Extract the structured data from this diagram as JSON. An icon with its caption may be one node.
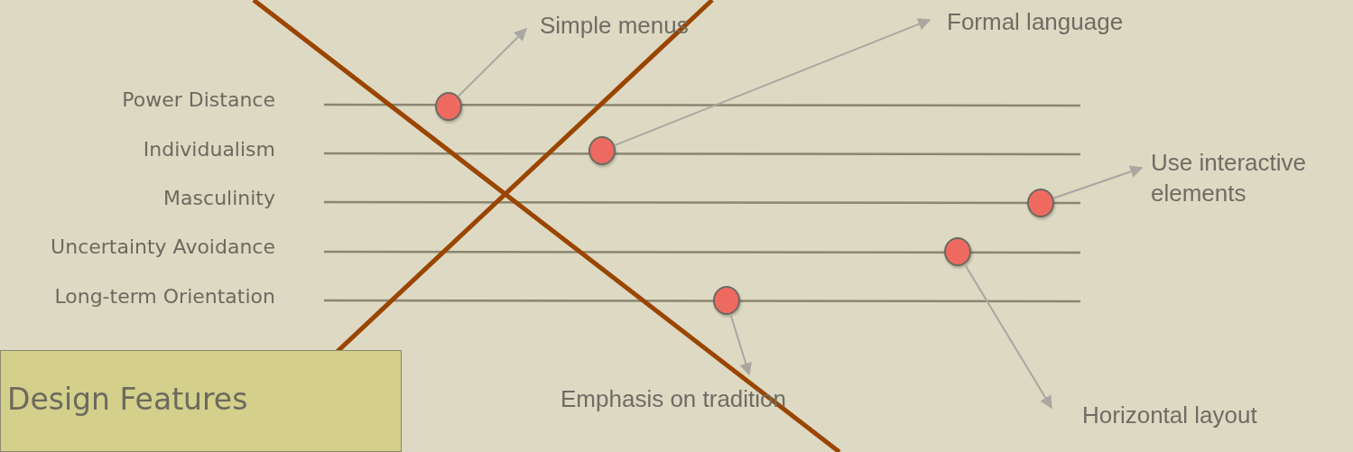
{
  "diagram": {
    "nodes": [
      {
        "text": [
          "Simple menus"
        ]
      },
      {
        "text": [
          "Formal language"
        ]
      },
      {
        "text": [],
        "shape": "circle"
      },
      {
        "text": [],
        "shape": "circle"
      },
      {
        "text": [
          "Use interactive elements"
        ]
      },
      {
        "text": [],
        "shape": "circle"
      },
      {
        "text": [],
        "shape": "circle"
      },
      {
        "text": [],
        "shape": "circle"
      },
      {
        "text": [
          "Design Features"
        ]
      },
      {
        "text": [
          "Emphasis on tradition"
        ]
      },
      {
        "text": [
          "Horizontal layout"
        ]
      }
    ],
    "edges": [
      {
        "from": 2,
        "to": 0,
        "arrow": "to"
      },
      {
        "from": 3,
        "to": 1,
        "arrow": "to"
      },
      {
        "from": 5,
        "to": 4,
        "arrow": "to"
      },
      {
        "from": 6,
        "to": 10,
        "arrow": "to"
      },
      {
        "from": 7,
        "to": 9,
        "arrow": "to"
      }
    ],
    "labels": [
      "Power Distance",
      "Individualism",
      "Masculinity",
      "Uncertainty Avoidance",
      "Long-term Orientation"
    ]
  }
}
